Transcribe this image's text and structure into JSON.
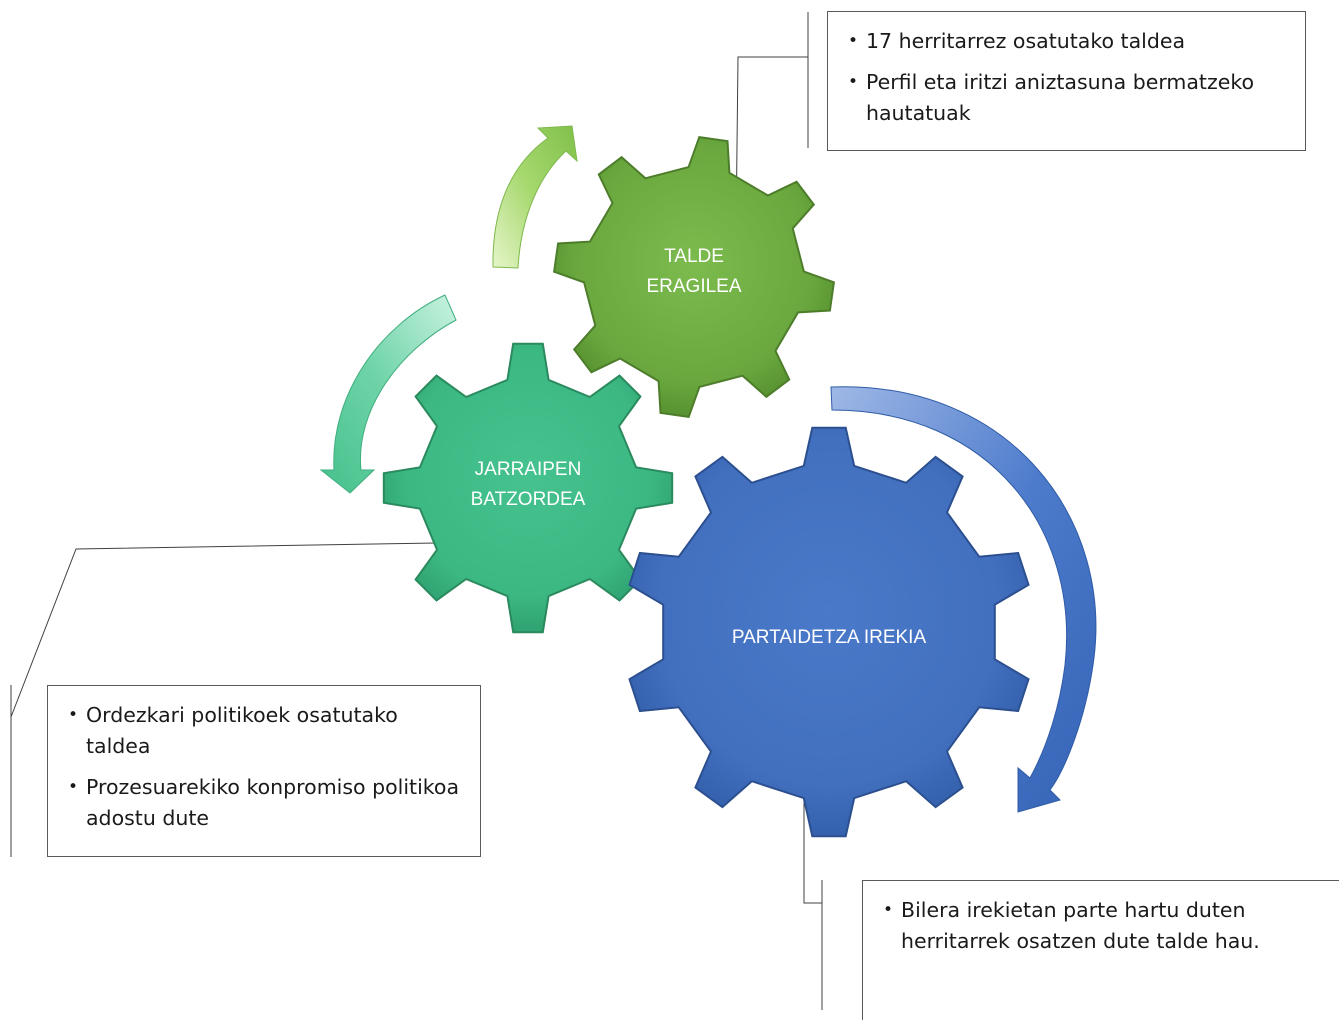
{
  "gears": {
    "taldea": {
      "label_lines": [
        "TALDE",
        "ERAGILEA"
      ],
      "color": "#70ad47"
    },
    "jarraipen": {
      "label_lines": [
        "JARRAIPEN",
        "BATZORDEA"
      ],
      "color": "#3fbf8c"
    },
    "partaidetza": {
      "label_lines": [
        "PARTAIDETZA IREKIA"
      ],
      "color": "#4472c4"
    }
  },
  "callouts": {
    "taldea": {
      "items": [
        "17 herritarrez osatutako taldea",
        "Perfil eta iritzi aniztasuna bermatzeko hautatuak"
      ]
    },
    "jarraipen": {
      "items": [
        "Ordezkari politikoek osatutako taldea",
        "Prozesuarekiko konpromiso politikoa adostu dute"
      ]
    },
    "partaidetza": {
      "items": [
        "Bilera irekietan parte hartu duten herritarrek osatzen dute talde hau."
      ]
    }
  },
  "arrows": {
    "green": {
      "color": "#9bd26a"
    },
    "teal": {
      "color": "#5fd0a2"
    },
    "blue": {
      "color": "#4472c4"
    }
  }
}
